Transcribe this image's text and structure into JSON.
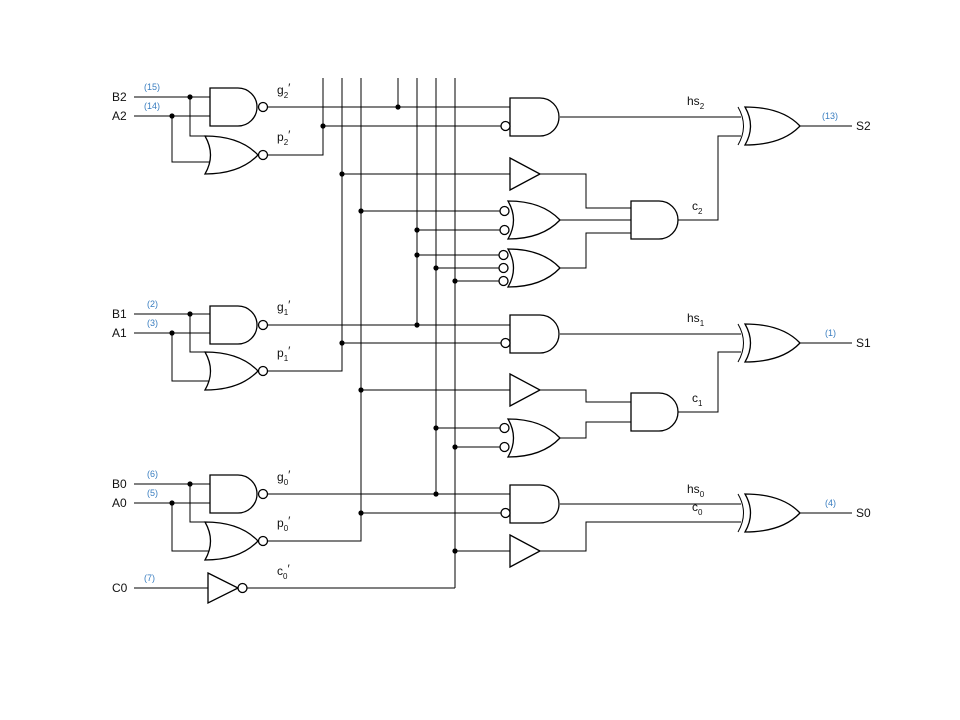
{
  "inputs": {
    "b2": {
      "name": "B2",
      "pin": "(15)"
    },
    "a2": {
      "name": "A2",
      "pin": "(14)"
    },
    "b1": {
      "name": "B1",
      "pin": "(2)"
    },
    "a1": {
      "name": "A1",
      "pin": "(3)"
    },
    "b0": {
      "name": "B0",
      "pin": "(6)"
    },
    "a0": {
      "name": "A0",
      "pin": "(5)"
    },
    "c0": {
      "name": "C0",
      "pin": "(7)"
    }
  },
  "outputs": {
    "s2": {
      "name": "S2",
      "pin": "(13)"
    },
    "s1": {
      "name": "S1",
      "pin": "(1)"
    },
    "s0": {
      "name": "S0",
      "pin": "(4)"
    }
  },
  "signals": {
    "g2": {
      "base": "g",
      "sub": "2",
      "prime": "′"
    },
    "p2": {
      "base": "p",
      "sub": "2",
      "prime": "′"
    },
    "g1": {
      "base": "g",
      "sub": "1",
      "prime": "′"
    },
    "p1": {
      "base": "p",
      "sub": "1",
      "prime": "′"
    },
    "g0": {
      "base": "g",
      "sub": "0",
      "prime": "′"
    },
    "p0": {
      "base": "p",
      "sub": "0",
      "prime": "′"
    },
    "c0n": {
      "base": "c",
      "sub": "0",
      "prime": "′"
    },
    "hs2": {
      "base": "hs",
      "sub": "2"
    },
    "hs1": {
      "base": "hs",
      "sub": "1"
    },
    "hs0": {
      "base": "hs",
      "sub": "0"
    },
    "c2": {
      "base": "c",
      "sub": "2"
    },
    "c1": {
      "base": "c",
      "sub": "1"
    },
    "c0": {
      "base": "c",
      "sub": "0"
    }
  }
}
